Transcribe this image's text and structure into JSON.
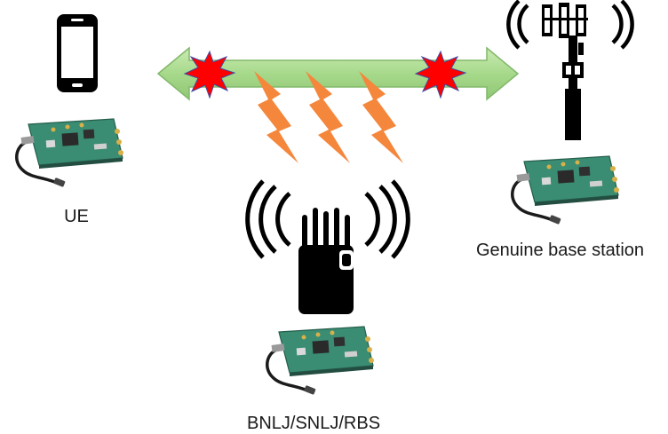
{
  "nodes": {
    "ue": {
      "label": "UE",
      "icon": "smartphone-icon",
      "board_icon": "sdr-board-icon"
    },
    "base_station": {
      "label": "Genuine base station",
      "icon": "cell-tower-icon",
      "board_icon": "sdr-board-icon"
    },
    "jammer": {
      "label": "BNLJ/SNLJ/RBS",
      "icon": "jammer-icon",
      "board_icon": "sdr-board-icon"
    }
  },
  "link": {
    "icon": "double-arrow-icon",
    "interference_icons": [
      "explosion-icon",
      "explosion-icon"
    ],
    "jamming_signal_icons": [
      "lightning-bolt-icon",
      "lightning-bolt-icon",
      "lightning-bolt-icon"
    ]
  },
  "colors": {
    "link_fill": "#a7d98b",
    "link_stroke": "#82b86a",
    "burst": "#ff0000",
    "bolt": "#f4873c",
    "board": "#3a8c72",
    "icon": "#000000"
  }
}
